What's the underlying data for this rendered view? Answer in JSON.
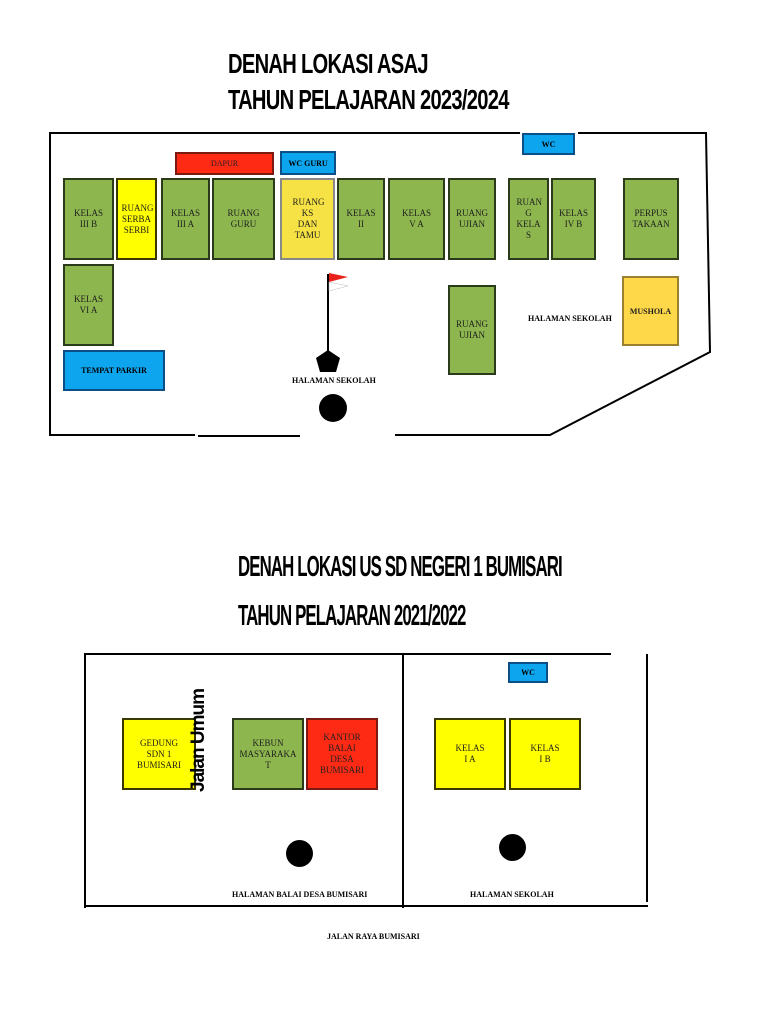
{
  "map1": {
    "title_line1": "DENAH LOKASI ASAJ",
    "title_line2": "TAHUN PELAJARAN 2023/2024",
    "rooms": {
      "dapur": "DAPUR",
      "wc_guru": "WC GURU",
      "wc": "WC",
      "kelas_iii_b": "KELAS III B",
      "ruang_serbaguna": "RUANG SERBA SERBI",
      "kelas_iii_a": "KELAS III A",
      "ruang_guru": "RUANG GURU",
      "ruang_ks": "RUANG KS DAN TAMU",
      "kelas_ii": "KELAS II",
      "kelas_v_a": "KELAS V A",
      "ruang_ujian_top": "RUANG UJIAN",
      "ruang_kelas": "RUAN G KELA S",
      "kelas_iv_b": "KELAS IV B",
      "perpustakaan": "PERPUS TAKAAN",
      "kelas_vi_a": "KELAS VI A",
      "ruang_ujian_mid": "RUANG UJIAN",
      "mushola": "MUSHOLA",
      "tempat_parkir": "TEMPAT PARKIR"
    },
    "labels": {
      "halaman_sekolah_center": "HALAMAN SEKOLAH",
      "halaman_sekolah_right": "HALAMAN SEKOLAH"
    }
  },
  "map2": {
    "title_line1": "DENAH LOKASI US SD NEGERI 1 BUMISARI",
    "title_line2": "TAHUN PELAJARAN 2021/2022",
    "rooms": {
      "wc": "WC",
      "gedung_sdn": "GEDUNG SDN 1 BUMISARI",
      "kebun": "KEBUN MASYARAKA T",
      "kantor": "KANTOR BALAI DESA BUMISARI",
      "kelas_i_a": "KELAS I A",
      "kelas_i_b": "KELAS I B"
    },
    "labels": {
      "jalan_umum": "Jalan Umum",
      "halaman_balai": "HALAMAN BALAI DESA BUMISARI",
      "halaman_sekolah": "HALAMAN SEKOLAH",
      "jalan_raya": "JALAN RAYA BUMISARI"
    }
  },
  "colors": {
    "green": "#8db64f",
    "yellow": "#ffff00",
    "blue": "#0ea5ef",
    "red": "#ff2a14",
    "gold": "#ffd84a",
    "flag_red": "#e8211a"
  }
}
